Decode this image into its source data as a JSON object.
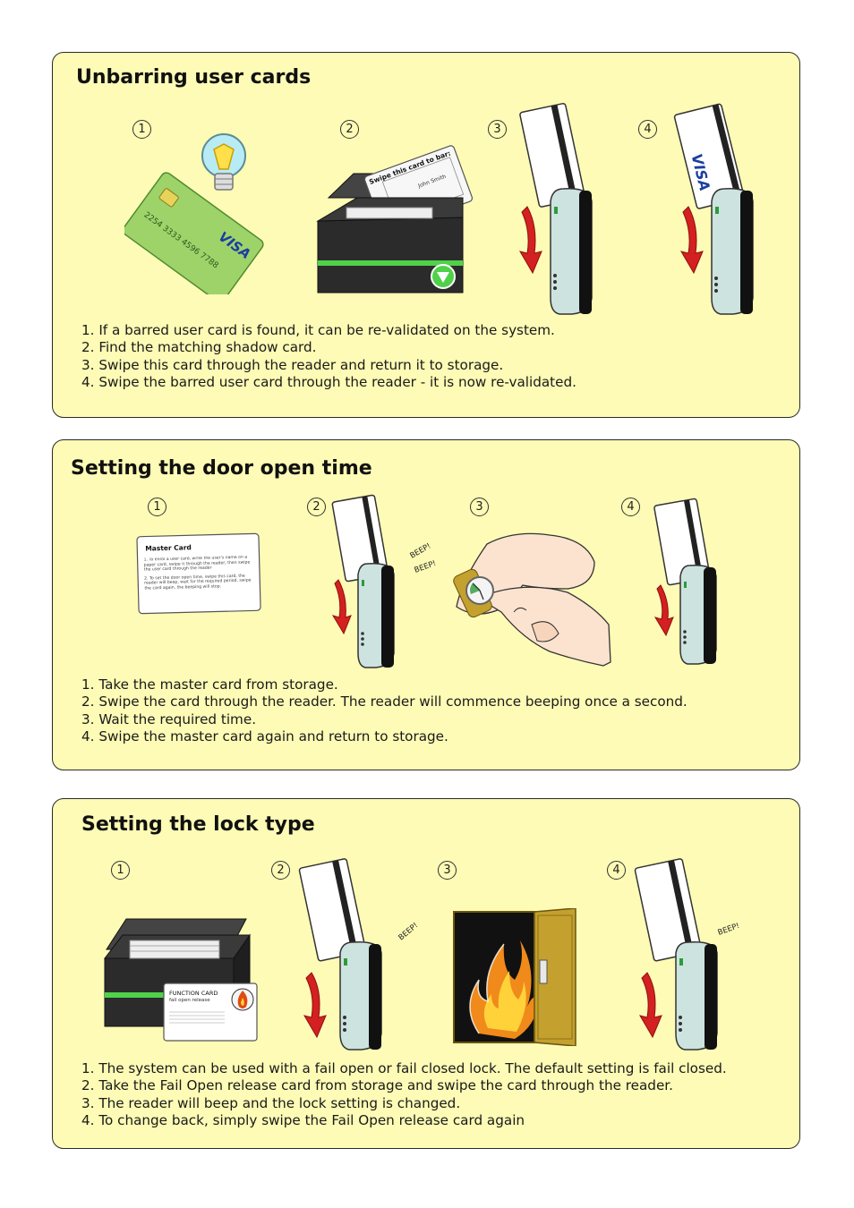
{
  "sections": [
    {
      "title": "Unbarring user cards",
      "numbers": [
        "1",
        "2",
        "3",
        "4"
      ],
      "steps": [
        "1. If a barred user card is found, it can be re-validated on the system.",
        "2. Find the matching shadow card.",
        "3. Swipe this card through the reader and return it to storage.",
        "4. Swipe the barred user card through the reader - it is now re-validated."
      ],
      "illustrations": {
        "card_number": "2254 3333 4596 7788",
        "card_brand": "VISA",
        "shadow_card_text": "Swipe this card to bar:",
        "shadow_card_name": "John Smith"
      }
    },
    {
      "title": "Setting the door open time",
      "numbers": [
        "1",
        "2",
        "3",
        "4"
      ],
      "steps": [
        "1. Take the master card from storage.",
        "2. Swipe the card through the reader.  The reader will commence beeping once a second.",
        "3. Wait the required time.",
        "4. Swipe the master card again and return to storage."
      ],
      "illustrations": {
        "master_card_title": "Master Card",
        "master_card_line1": "1. To enrol a user card, write the user's name on a paper card, swipe it through the reader, then swipe the user card through the reader",
        "master_card_line2": "2. To set the door open time, swipe this card, the reader will beep, wait for the required period, swipe the card again, the beeping will stop.",
        "beep1": "BEEP!",
        "beep2": "BEEP!"
      }
    },
    {
      "title": "Setting the lock type",
      "numbers": [
        "1",
        "2",
        "3",
        "4"
      ],
      "steps": [
        "1. The system can be used with a fail open or fail closed lock.  The default setting is fail closed.",
        "2. Take the Fail Open release card from storage and swipe the card through the reader.",
        "3. The reader will beep and the lock setting is changed.",
        "4. To change back, simply swipe the Fail Open release card again"
      ],
      "illustrations": {
        "function_card_title": "FUNCTION CARD",
        "function_card_subtitle": "fail open release",
        "beep_a": "BEEP!",
        "beep_b": "BEEP!"
      }
    }
  ],
  "colors": {
    "panel_bg": "#fdfbb5",
    "reader_body": "#cde3e0",
    "arrow_red": "#d42020",
    "card_green": "#9ed36a",
    "box_dark": "#2b2b2b",
    "box_stripe": "#4fd14a"
  }
}
